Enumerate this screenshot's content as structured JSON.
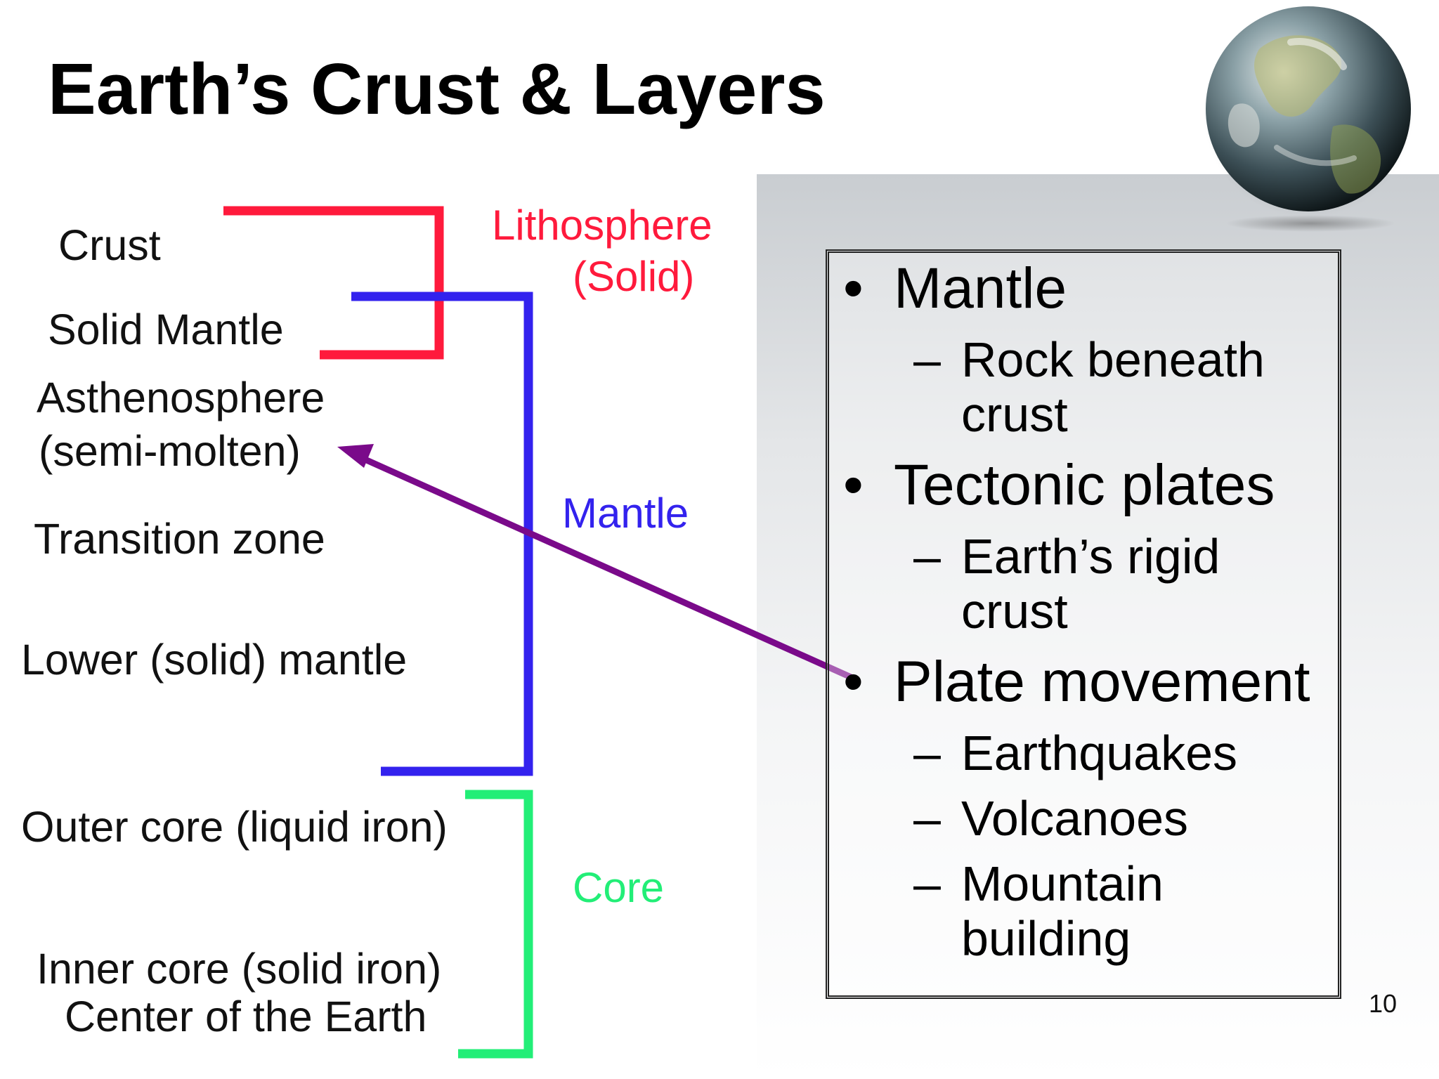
{
  "slide": {
    "title": "Earth’s Crust & Layers",
    "page_number": "10"
  },
  "layers": {
    "crust": "Crust",
    "solid_mantle": "Solid Mantle",
    "asthenosphere_line1": "Asthenosphere",
    "asthenosphere_line2": "(semi-molten)",
    "transition_zone": "Transition zone",
    "lower_mantle": "Lower (solid) mantle",
    "outer_core": "Outer core (liquid iron)",
    "inner_core_line1": "Inner core (solid iron)",
    "inner_core_line2": "Center of the Earth"
  },
  "groups": {
    "lithosphere_line1": "Lithosphere",
    "lithosphere_line2": "(Solid)",
    "mantle": "Mantle",
    "core": "Core"
  },
  "colors": {
    "lithosphere": "#ff1a3c",
    "mantle": "#3322ee",
    "core": "#22ee77",
    "arrow": "#7a0a8a"
  },
  "info_box": {
    "bullet_glyph": "•",
    "dash_glyph": "–",
    "items": [
      {
        "text": "Mantle",
        "subs": [
          "Rock beneath",
          "crust"
        ]
      },
      {
        "text": "Tectonic plates",
        "subs": [
          "Earth’s rigid",
          "crust"
        ]
      },
      {
        "text": "Plate movement",
        "subs": [
          "Earthquakes",
          "Volcanoes",
          "Mountain",
          "building"
        ]
      }
    ]
  }
}
